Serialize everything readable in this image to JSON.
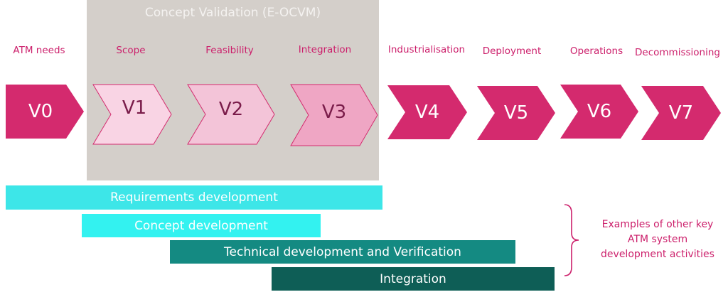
{
  "concept_validation_title": "Concept Validation (E-OCVM)",
  "phases": [
    {
      "label": "ATM needs",
      "code": "V0"
    },
    {
      "label": "Scope",
      "code": "V1"
    },
    {
      "label": "Feasibility",
      "code": "V2"
    },
    {
      "label": "Integration",
      "code": "V3"
    },
    {
      "label": "Industrialisation",
      "code": "V4"
    },
    {
      "label": "Deployment",
      "code": "V5"
    },
    {
      "label": "Operations",
      "code": "V6"
    },
    {
      "label": "Decommissioning",
      "code": "V7"
    }
  ],
  "activities": [
    {
      "label": "Requirements development",
      "color": "#3de6e8"
    },
    {
      "label": "Concept development",
      "color": "#33f2f0"
    },
    {
      "label": "Technical development and Verification",
      "color": "#148a82"
    },
    {
      "label": "Integration",
      "color": "#0e5e56"
    }
  ],
  "side_note": [
    "Examples of other key",
    "ATM system",
    "development activities"
  ],
  "colors": {
    "magenta": "#d42a6e",
    "pale_pink_1": "#f9d4e4",
    "pale_pink_2": "#f3c4d8",
    "pale_pink_3": "#efa6c4",
    "label_pink": "#cc1f6b",
    "grey_box": "#d4cfca"
  }
}
